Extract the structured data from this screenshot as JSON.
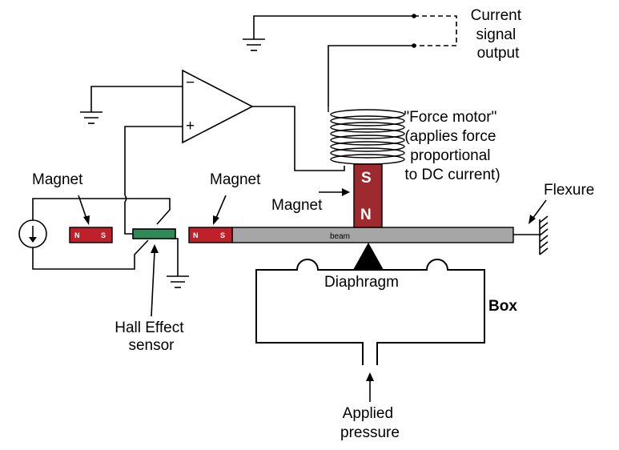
{
  "labels": {
    "current_signal": [
      "Current",
      "signal",
      "output"
    ],
    "force_motor": [
      "\"Force motor\"",
      "(applies force",
      "proportional",
      "to DC current)"
    ],
    "magnet_left": "Magnet",
    "magnet_mid": "Magnet",
    "magnet_coil": "Magnet",
    "flexure": "Flexure",
    "beam": "beam",
    "diaphragm": "Diaphragm",
    "box": "Box",
    "hall_sensor": [
      "Hall Effect",
      "sensor"
    ],
    "applied_pressure": [
      "Applied",
      "pressure"
    ],
    "opamp_minus": "−",
    "opamp_plus": "+"
  },
  "magnets": {
    "left": {
      "n": "N",
      "s": "S"
    },
    "mid": {
      "n": "N",
      "s": "S"
    },
    "coil_core": {
      "s": "S",
      "n": "N"
    }
  },
  "colors": {
    "magnet": "#c0202a",
    "magnet_dark": "#9e2a2f",
    "beam": "#a6a6a6",
    "sensor": "#2e8b57"
  }
}
